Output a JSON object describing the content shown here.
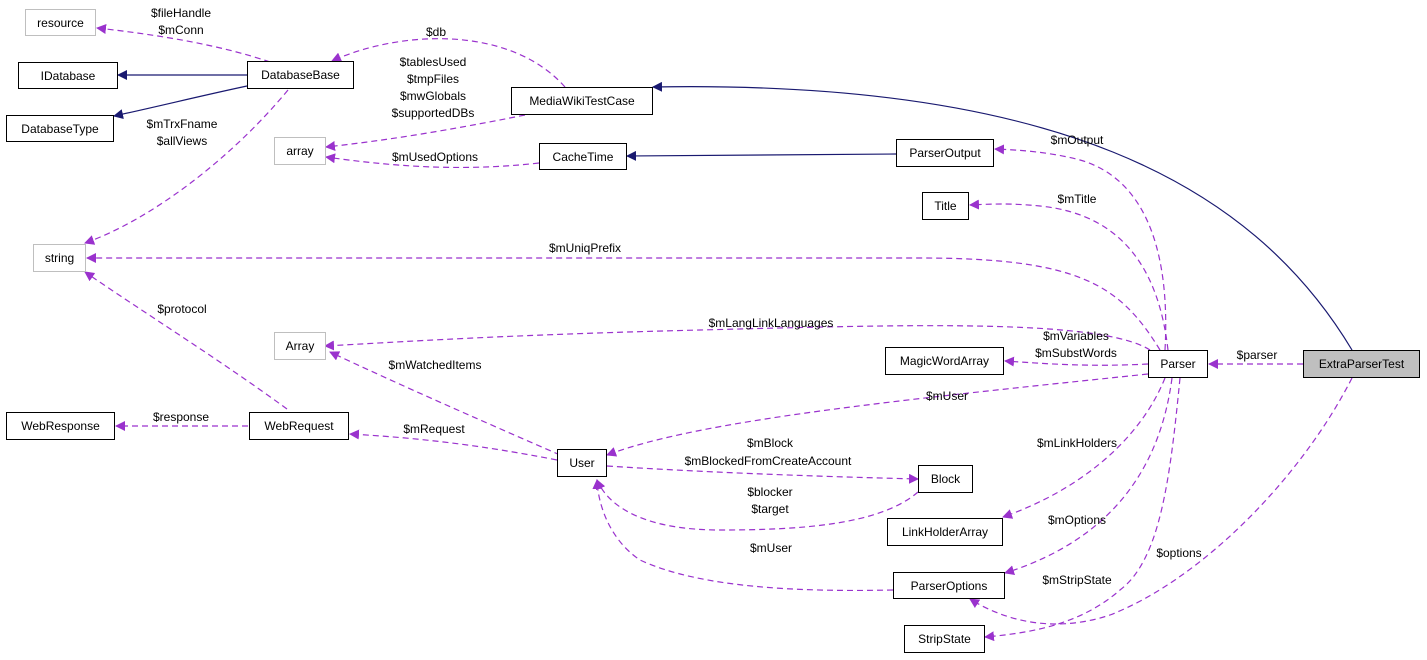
{
  "colors": {
    "inherit_edge": "#191970",
    "usage_edge": "#9a32cd",
    "node_border": "#000000",
    "external_node_border": "#bfbfbf",
    "focus_node_fill": "#bfbfbf"
  },
  "nodes": {
    "resource": "resource",
    "idatabase": "IDatabase",
    "databasetype": "DatabaseType",
    "databasebase": "DatabaseBase",
    "mediawikitestcase": "MediaWikiTestCase",
    "array_lower": "array",
    "cachetime": "CacheTime",
    "parseroutput": "ParserOutput",
    "title": "Title",
    "string": "string",
    "array_upper": "Array",
    "magicwordarray": "MagicWordArray",
    "parser": "Parser",
    "extraparsertest": "ExtraParserTest",
    "webresponse": "WebResponse",
    "webrequest": "WebRequest",
    "user": "User",
    "block": "Block",
    "linkholderarray": "LinkHolderArray",
    "parseroptions": "ParserOptions",
    "stripstate": "StripState"
  },
  "edge_labels": {
    "filehandle": "$fileHandle",
    "mconn": "$mConn",
    "db": "$db",
    "tablesused": "$tablesUsed",
    "tmpfiles": "$tmpFiles",
    "mwglobals": "$mwGlobals",
    "supporteddbs": "$supportedDBs",
    "mtrxfname": "$mTrxFname",
    "allviews": "$allViews",
    "musedoptions": "$mUsedOptions",
    "moutput": "$mOutput",
    "mtitle": "$mTitle",
    "muniqprefix": "$mUniqPrefix",
    "protocol": "$protocol",
    "mlanglinklanguages": "$mLangLinkLanguages",
    "mvariables": "$mVariables",
    "msubstwords": "$mSubstWords",
    "parser": "$parser",
    "mwatcheditems": "$mWatchedItems",
    "muser_parser": "$mUser",
    "response": "$response",
    "mrequest": "$mRequest",
    "mlinkholders": "$mLinkHolders",
    "mblock": "$mBlock",
    "mblockedfromcreateaccount": "$mBlockedFromCreateAccount",
    "blocker": "$blocker",
    "target": "$target",
    "moptions": "$mOptions",
    "options": "$options",
    "muser_options": "$mUser",
    "mstripstate": "$mStripState"
  }
}
